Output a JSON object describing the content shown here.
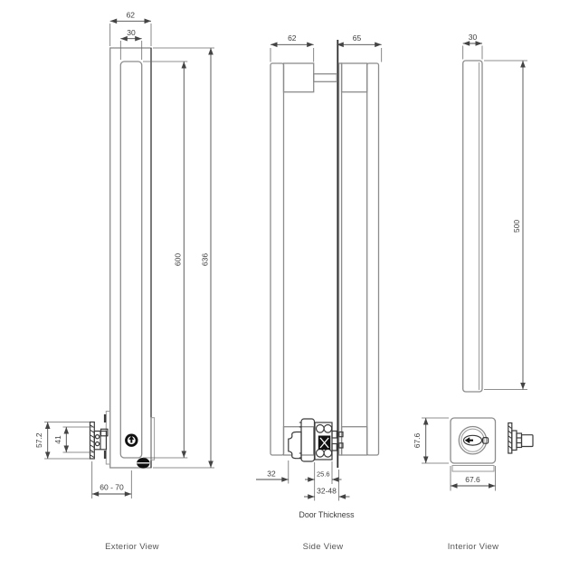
{
  "drawing": {
    "type": "technical-dimension-drawing",
    "subject": "door pull handle with deadbolt lock",
    "colors": {
      "background": "#ffffff",
      "outline_gray": "#8c8c8c",
      "dark_line": "#2e2e2e",
      "dimension_line": "#4a4a4a",
      "text": "#3c3c3c",
      "solid_fill": "#111111"
    },
    "views": {
      "exterior": {
        "label": "Exterior View",
        "dims": {
          "plate_width": "62",
          "bar_width": "30",
          "bar_length": "600",
          "overall_length": "636",
          "lock_height": "57.2",
          "bolt_height": "41",
          "backset_range": "60 - 70"
        }
      },
      "side": {
        "label": "Side View",
        "dims": {
          "exterior_projection": "62",
          "interior_projection": "65",
          "knob_projection": "32",
          "lock_case_depth": "25.6",
          "door_thickness_range": "32-48",
          "door_thickness_label": "Door Thickness"
        }
      },
      "interior": {
        "label": "Interior View",
        "dims": {
          "bar_width": "30",
          "bar_length": "500",
          "escutcheon_height": "67.6",
          "escutcheon_width": "67.6"
        }
      }
    }
  }
}
